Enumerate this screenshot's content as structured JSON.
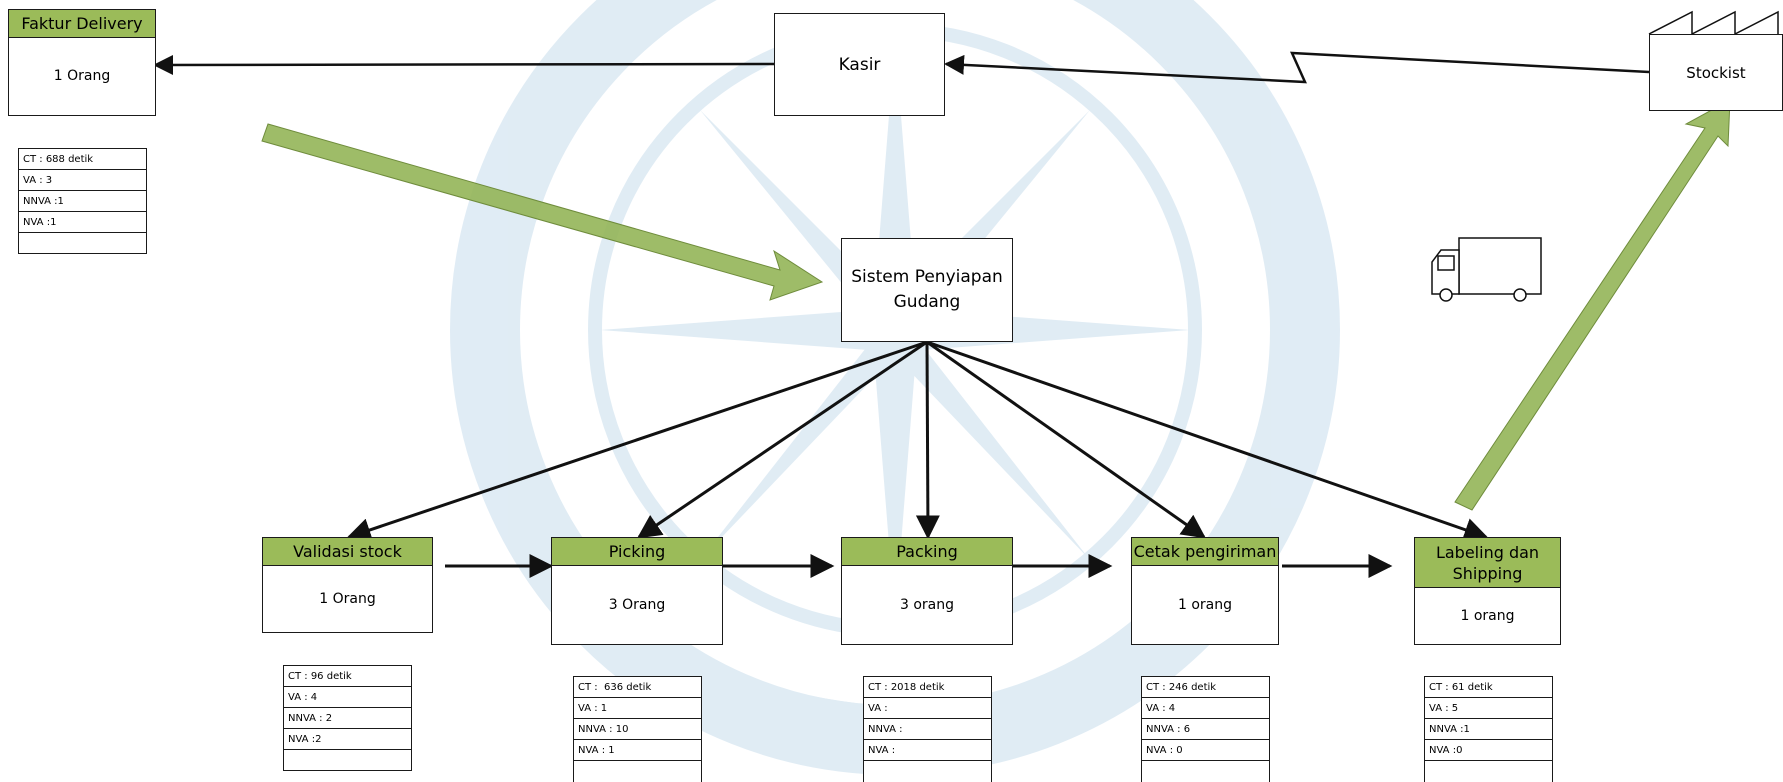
{
  "header": {
    "faktur_delivery": "Faktur Delivery",
    "faktur_staff": "1 Orang"
  },
  "kasir": "Kasir",
  "stockist": "Stockist",
  "system": "Sistem Penyiapan Gudang",
  "faktur_metrics": [
    "CT : 688 detik",
    "VA : 3",
    "NNVA :1",
    "NVA :1",
    ""
  ],
  "processes": [
    {
      "title": "Validasi stock",
      "staff": "1 Orang",
      "metrics": [
        "CT : 96 detik",
        "VA : 4",
        "NNVA : 2",
        "NVA :2",
        ""
      ]
    },
    {
      "title": "Picking",
      "staff": "3 Orang",
      "metrics": [
        "CT :  636 detik",
        "VA : 1",
        "NNVA : 10",
        "NVA : 1",
        ""
      ]
    },
    {
      "title": "Packing",
      "staff": "3 orang",
      "metrics": [
        "CT : 2018 detik",
        "VA :",
        "NNVA :",
        "NVA :",
        ""
      ]
    },
    {
      "title": "Cetak pengiriman",
      "staff": "1 orang",
      "metrics": [
        "CT : 246 detik",
        "VA : 4",
        "NNVA : 6",
        "NVA : 0",
        ""
      ]
    },
    {
      "title": "Labeling dan Shipping",
      "staff": "1 orang",
      "metrics": [
        "CT : 61 detik",
        "VA : 5",
        "NNVA :1",
        "NVA :0",
        ""
      ]
    }
  ],
  "colors": {
    "process_header": "#9bbb59",
    "push_arrow": "#93b558",
    "watermark": "#b6d2e6",
    "line": "#111111"
  },
  "icons": [
    "factory-icon",
    "truck-icon",
    "push-arrow-icon",
    "university-watermark"
  ]
}
